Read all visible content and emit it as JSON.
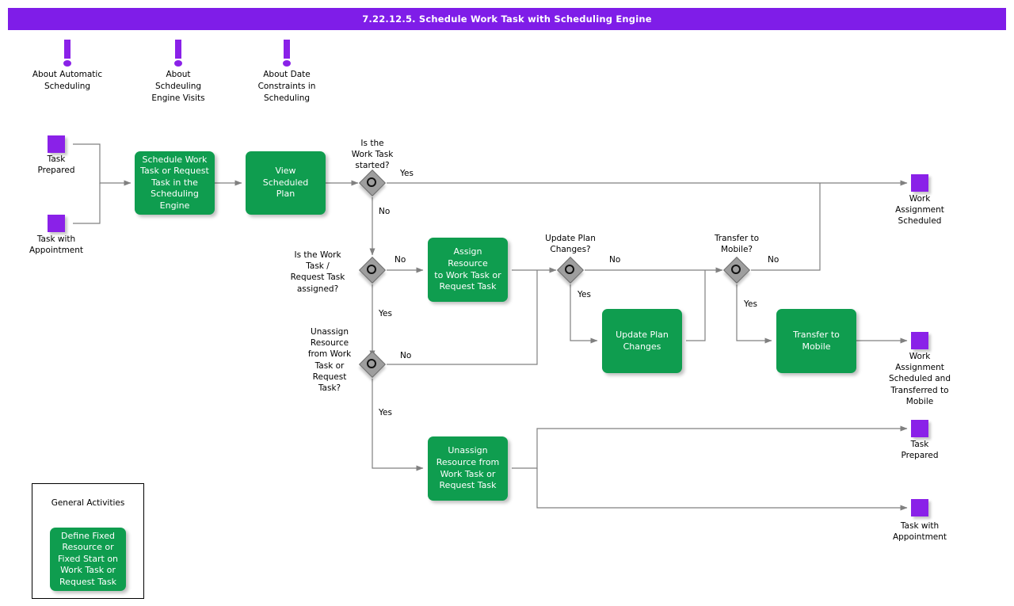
{
  "header": {
    "title": "7.22.12.5. Schedule Work Task with Scheduling Engine",
    "bar_color": "#7F1DE8"
  },
  "palette": {
    "purple": "#8A21E8",
    "green": "#0F9D4F",
    "gateway_grey": "#9E9E9E",
    "connector_grey": "#808080",
    "text": "#000000"
  },
  "notes": [
    {
      "icon": "exclamation-icon",
      "label": "About Automatic\nScheduling"
    },
    {
      "icon": "exclamation-icon",
      "label": "About\nSchdeuling\nEngine Visits"
    },
    {
      "icon": "exclamation-icon",
      "label": "About Date\nConstraints in\nScheduling"
    }
  ],
  "start_events": [
    {
      "id": "start-task-prepared",
      "label": "Task\nPrepared"
    },
    {
      "id": "start-task-with-appointment",
      "label": "Task with\nAppointment"
    }
  ],
  "end_events": [
    {
      "id": "end-work-assignment-scheduled",
      "label": "Work\nAssignment\nScheduled"
    },
    {
      "id": "end-work-assignment-scheduled-transferred",
      "label": "Work\nAssignment\nScheduled and\nTransferred to\nMobile"
    },
    {
      "id": "end-task-prepared",
      "label": "Task\nPrepared"
    },
    {
      "id": "end-task-with-appointment",
      "label": "Task with\nAppointment"
    }
  ],
  "activities": [
    {
      "id": "activity-schedule-work-task",
      "label": "Schedule Work\nTask or Request\nTask in the\nScheduling\nEngine"
    },
    {
      "id": "activity-view-scheduled-plan",
      "label": "View\nScheduled\nPlan"
    },
    {
      "id": "activity-assign-resource",
      "label": "Assign Resource\nto Work Task or\nRequest Task"
    },
    {
      "id": "activity-update-plan-changes",
      "label": "Update Plan\nChanges"
    },
    {
      "id": "activity-transfer-to-mobile",
      "label": "Transfer to\nMobile"
    },
    {
      "id": "activity-unassign-resource",
      "label": "Unassign\nResource from\nWork Task or\nRequest Task"
    }
  ],
  "gateways": [
    {
      "id": "gateway-work-task-started",
      "question": "Is the\nWork Task\nstarted?",
      "branches": [
        "Yes",
        "No"
      ]
    },
    {
      "id": "gateway-task-assigned",
      "question": "Is the Work\nTask /\nRequest Task\nassigned?",
      "branches": [
        "No",
        "Yes"
      ]
    },
    {
      "id": "gateway-update-plan-changes",
      "question": "Update Plan\nChanges?",
      "branches": [
        "No",
        "Yes"
      ]
    },
    {
      "id": "gateway-transfer-to-mobile",
      "question": "Transfer to\nMobile?",
      "branches": [
        "No",
        "Yes"
      ]
    },
    {
      "id": "gateway-unassign-resource",
      "question": "Unassign\nResource\nfrom Work\nTask or\nRequest\nTask?",
      "branches": [
        "No",
        "Yes"
      ]
    }
  ],
  "edge_labels": {
    "started_yes": "Yes",
    "started_no": "No",
    "assigned_no": "No",
    "assigned_yes": "Yes",
    "update_no": "No",
    "update_yes": "Yes",
    "transfer_no": "No",
    "transfer_yes": "Yes",
    "unassign_no": "No",
    "unassign_yes": "Yes"
  },
  "legend": {
    "title": "General Activities",
    "activity_label": "Define Fixed\nResource or\nFixed Start on\nWork Task or\nRequest Task"
  }
}
